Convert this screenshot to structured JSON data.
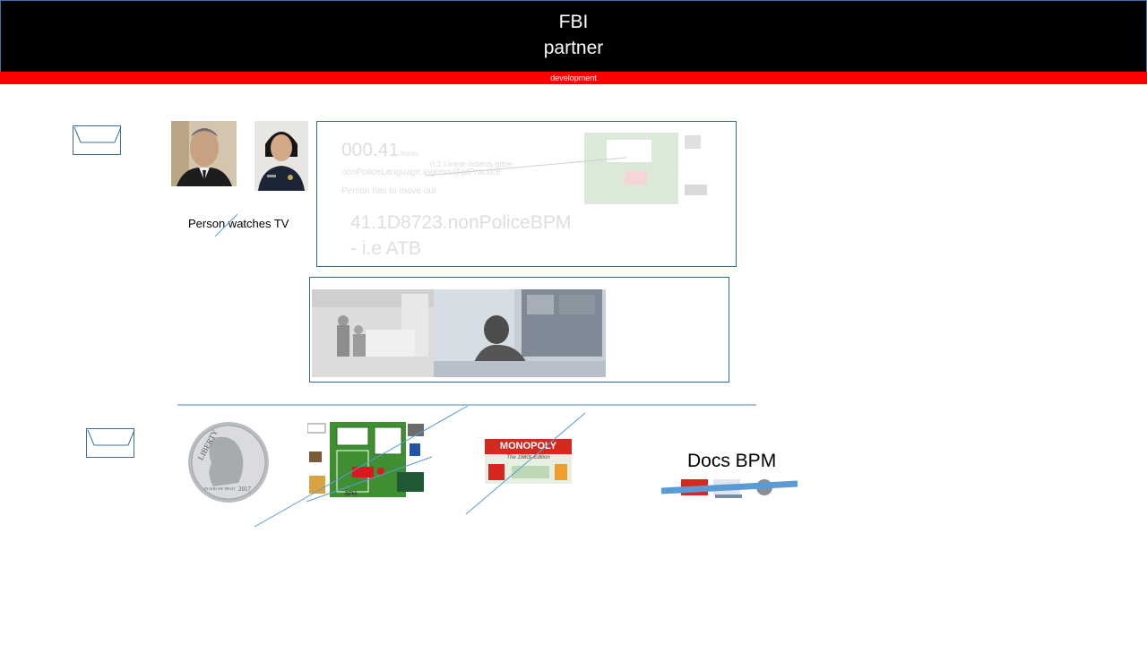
{
  "header": {
    "line1": "FBI",
    "line2": "partner"
  },
  "banner": {
    "text": "development"
  },
  "caption_tv": "Person watches TV",
  "panel_top": {
    "metric": "000.41",
    "metric_suffix": "hours",
    "note_a": "0.1 Linear-lebens-gitter",
    "note_b": "nonPoliceLanguage.ingress@ptPractice",
    "note_c": "Person has to move out",
    "bpm_line": "41.1D8723.nonPoliceBPM",
    "bpm_sub": "- i.e ATB"
  },
  "monopoly": {
    "brand": "MONOPOLY",
    "edition": "The 1980s Edition"
  },
  "dime": {
    "word": "LIBERTY",
    "year": "2017",
    "motto": "IN GOD WE TRUST"
  },
  "map_caption": "BPM",
  "docs_label": "Docs BPM",
  "colors": {
    "header_bg": "#000000",
    "banner": "#ff0000",
    "frame": "#2e6aa0",
    "line": "#5b9bd5"
  }
}
